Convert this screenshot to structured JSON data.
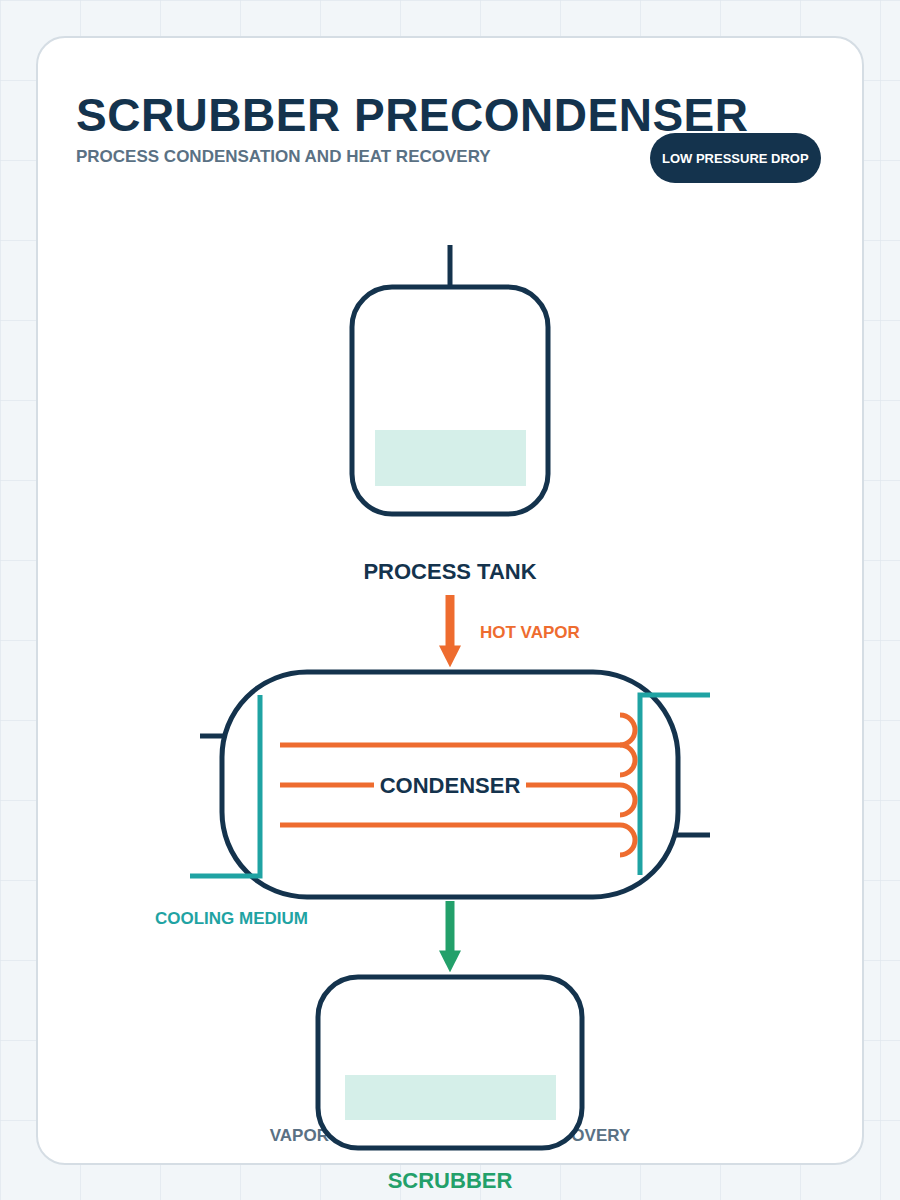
{
  "diagram": {
    "title": "SCRUBBER PRECONDENSER",
    "nodes": [
      {
        "text": [
          "LOW PRESSURE DROP"
        ]
      },
      {
        "text": [
          "PROCESS TANK"
        ]
      },
      {
        "text": [
          "CONDENSER"
        ]
      },
      {
        "text": [
          "SCRUBBER"
        ]
      }
    ],
    "edges": [
      {
        "from": 1,
        "to": 2,
        "label": "HOT VAPOR",
        "arrow": "to"
      },
      {
        "from": 2,
        "to": 3,
        "arrow": "to"
      }
    ],
    "labels": [
      "PROCESS CONDENSATION AND HEAT RECOVERY",
      "COOLING MEDIUM",
      "VAPOR CONDENSATION • HEAT RECOVERY"
    ]
  }
}
